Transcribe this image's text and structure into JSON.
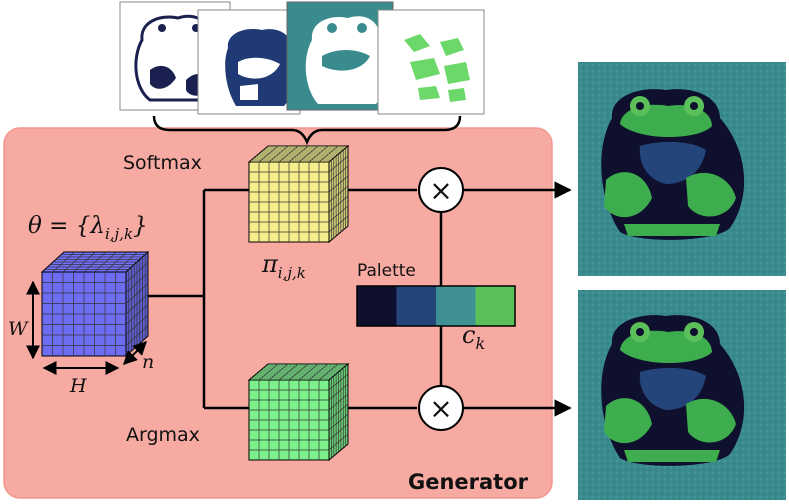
{
  "diagram": {
    "generator_label": "Generator",
    "softmax_label": "Softmax",
    "argmax_label": "Argmax",
    "palette_label": "Palette",
    "theta_prefix": "θ = {λ",
    "theta_subscript": "i,j,k",
    "theta_suffix": "}",
    "pi_symbol": "π",
    "pi_subscript": "i,j,k",
    "c_symbol": "c",
    "c_subscript": "k",
    "dim_w": "W",
    "dim_h": "H",
    "dim_n": "n",
    "multiply_symbol": "×"
  },
  "colors": {
    "generator_bg": "#f6aaa2",
    "generator_border": "#f3978e",
    "lambda_cube": "#6d6df2",
    "softmax_cube": "#f6ee8c",
    "argmax_cube": "#7cf08a",
    "palette": [
      "#0f0f2e",
      "#24457a",
      "#3f9193",
      "#5cc05a"
    ],
    "teal_bg": "#3a8b8e"
  }
}
